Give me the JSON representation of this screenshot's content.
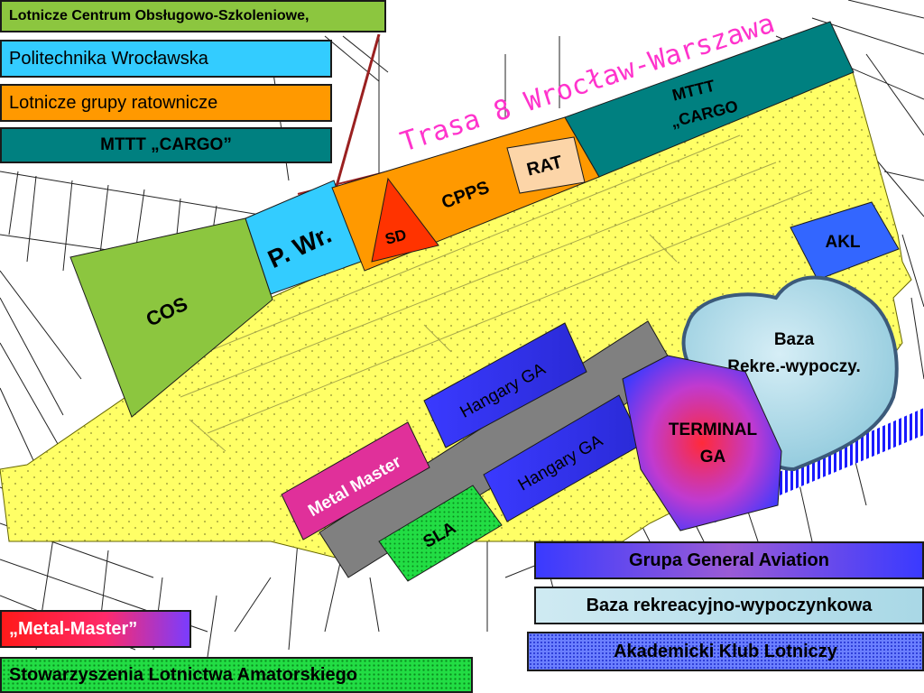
{
  "legend": {
    "locs": "Lotnicze Centrum Obsługowo-Szkoleniowe,",
    "pwr": "Politechnika Wrocławska",
    "lgr": "Lotnicze grupy ratownicze",
    "mttt": "MTTT „CARGO”",
    "ga": "Grupa General Aviation",
    "baza": "Baza rekreacyjno-wypoczynkowa",
    "akl": "Akademicki Klub Lotniczy",
    "metal_master": "„Metal-Master”",
    "sla": "Stowarzyszenia Lotnictwa Amatorskiego"
  },
  "map": {
    "road_label": "Trasa 8 Wrocław-Warszawa",
    "cos": "COS",
    "pwr": "P. Wr.",
    "sd": "SD",
    "cpps": "CPPS",
    "rat": "RAT",
    "mttt_line1": "MTTT",
    "mttt_line2": "„CARGO",
    "akl": "AKL",
    "baza_line1": "Baza",
    "baza_line2": "Rekre.-wypoczy.",
    "hangary1": "Hangary GA",
    "hangary2": "Hangary GA",
    "terminal_line1": "TERMINAL",
    "terminal_line2": "GA",
    "metal_master": "Metal Master",
    "sla": "SLA"
  },
  "colors": {
    "airfield": "#ffff66",
    "cos": "#8cc63f",
    "pwr": "#33ccff",
    "cpps": "#ff9900",
    "sd": "#ff3300",
    "rat": "#fcd5a8",
    "mttt": "#008080",
    "akl": "#3366ff",
    "baza": "#a9d8e6",
    "hangars": "#3333ff",
    "runway": "#808080",
    "terminal": "#c03ad0",
    "metal_master": "#e0309a",
    "sla": "#22dd44",
    "road_text": "#ff33cc"
  },
  "icons": {
    "background": "cadastral-map-lines"
  }
}
